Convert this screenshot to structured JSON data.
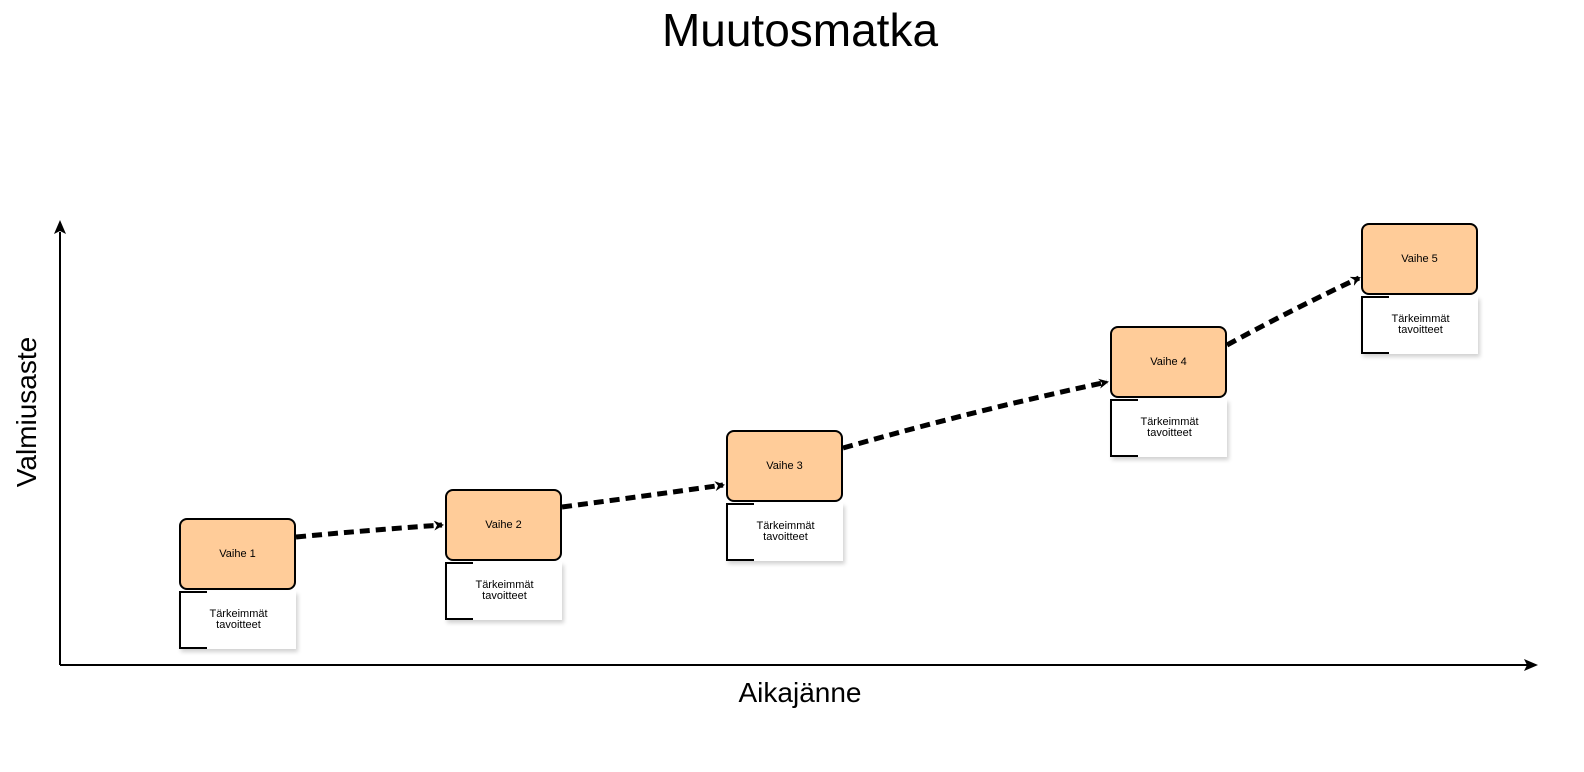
{
  "title": "Muutosmatka",
  "x_axis_label": "Aikajänne",
  "y_axis_label": "Valmiusaste",
  "stages": [
    {
      "label": "Vaihe 1",
      "goals": "Tärkeimmät tavoitteet"
    },
    {
      "label": "Vaihe 2",
      "goals": "Tärkeimmät tavoitteet"
    },
    {
      "label": "Vaihe 3",
      "goals": "Tärkeimmät tavoitteet"
    },
    {
      "label": "Vaihe 4",
      "goals": "Tärkeimmät tavoitteet"
    },
    {
      "label": "Vaihe 5",
      "goals": "Tärkeimmät tavoitteet"
    }
  ],
  "colors": {
    "stage_fill": "#ffcc99",
    "stroke": "#000000"
  }
}
